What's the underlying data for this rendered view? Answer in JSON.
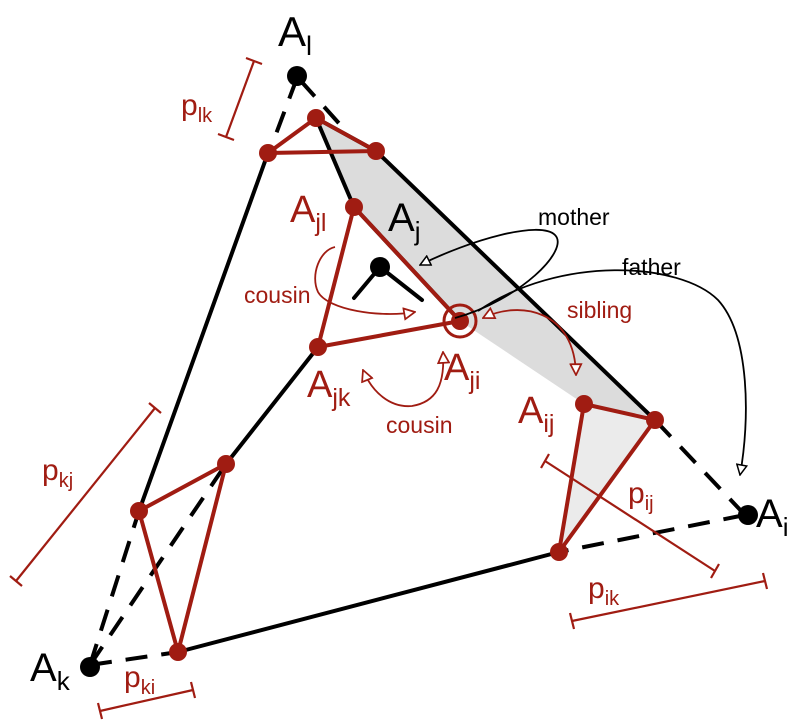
{
  "colors": {
    "black": "#000000",
    "red": "#a01c12",
    "shade": "#dcdcdc",
    "shade_light": "#ebebeb",
    "background": "#ffffff"
  },
  "vertices": {
    "l": {
      "base": "A",
      "sub": "l"
    },
    "j": {
      "base": "A",
      "sub": "j"
    },
    "i": {
      "base": "A",
      "sub": "i"
    },
    "k": {
      "base": "A",
      "sub": "k"
    }
  },
  "child_points": {
    "jl": {
      "base": "A",
      "sub": "jl"
    },
    "ji": {
      "base": "A",
      "sub": "ji"
    },
    "jk": {
      "base": "A",
      "sub": "jk"
    },
    "ij": {
      "base": "A",
      "sub": "ij"
    }
  },
  "widths": {
    "lk": {
      "base": "p",
      "sub": "lk"
    },
    "kj": {
      "base": "p",
      "sub": "kj"
    },
    "ij": {
      "base": "p",
      "sub": "ij"
    },
    "ik": {
      "base": "p",
      "sub": "ik"
    },
    "ki": {
      "base": "p",
      "sub": "ki"
    }
  },
  "relations": {
    "mother": "mother",
    "father": "father",
    "sibling": "sibling",
    "cousin_top": "cousin",
    "cousin_bottom": "cousin"
  }
}
